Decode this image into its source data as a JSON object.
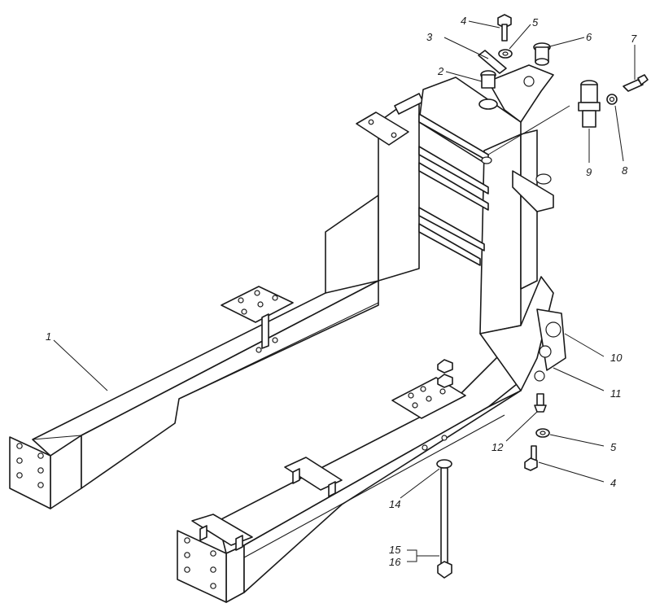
{
  "callouts": {
    "c1": "1",
    "c2": "2",
    "c3": "3",
    "c4a": "4",
    "c4b": "4",
    "c5a": "5",
    "c5b": "5",
    "c6": "6",
    "c7": "7",
    "c8": "8",
    "c9": "9",
    "c10": "10",
    "c11": "11",
    "c12": "12",
    "c14": "14",
    "c15": "15",
    "c16": "16"
  }
}
